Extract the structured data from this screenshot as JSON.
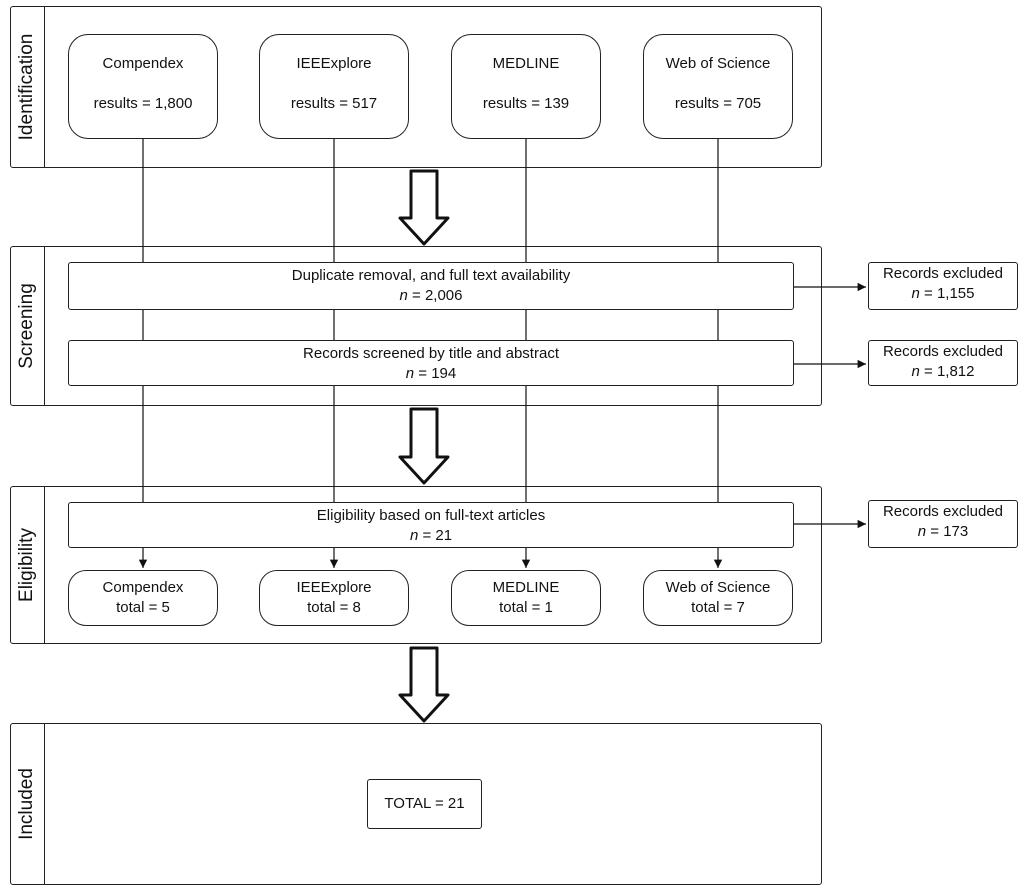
{
  "stages": {
    "identification": "Identification",
    "screening": "Screening",
    "eligibility": "Eligibility",
    "included": "Included"
  },
  "sources": [
    {
      "name": "Compendex",
      "results": "results = 1,800"
    },
    {
      "name": "IEEExplore",
      "results": "results = 517"
    },
    {
      "name": "MEDLINE",
      "results": "results = 139"
    },
    {
      "name": "Web of Science",
      "results": "results = 705"
    }
  ],
  "screening": {
    "duplicate": {
      "title": "Duplicate removal, and full text availability",
      "n_label": "n",
      "n_value": " = 2,006"
    },
    "title_abstract": {
      "title": "Records screened by title and abstract",
      "n_label": "n",
      "n_value": " = 194"
    }
  },
  "eligibility": {
    "full_text": {
      "title": "Eligibility based on full-text articles",
      "n_label": "n",
      "n_value": " = 21"
    }
  },
  "excluded": [
    {
      "title": "Records excluded",
      "n_label": "n",
      "n_value": " = 1,155"
    },
    {
      "title": "Records excluded",
      "n_label": "n",
      "n_value": " = 1,812"
    },
    {
      "title": "Records excluded",
      "n_label": "n",
      "n_value": " = 173"
    }
  ],
  "results": [
    {
      "name": "Compendex",
      "total": "total = 5"
    },
    {
      "name": "IEEExplore",
      "total": "total = 8"
    },
    {
      "name": "MEDLINE",
      "total": "total = 1"
    },
    {
      "name": "Web of Science",
      "total": "total = 7"
    }
  ],
  "included": {
    "total": "TOTAL = 21"
  }
}
